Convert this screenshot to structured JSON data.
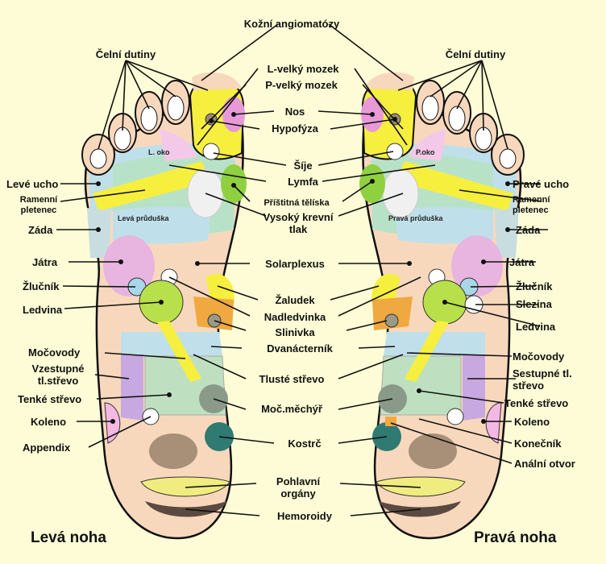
{
  "title": "Kožní angiomatózy",
  "feet": {
    "left": "Levá noha",
    "right": "Pravá noha"
  },
  "inner": {
    "l_oko": "L. oko",
    "p_oko": "P.oko",
    "leva_pruduska": "Levá průduška",
    "prava_pruduska": "Pravá průduška"
  },
  "left_labels": [
    "Čelní dutiny",
    "Levé ucho",
    "Ramenní pletenec",
    "Záda",
    "Játra",
    "Žlučník",
    "Ledvina",
    "Močovody",
    "Vzestupné tl.střevo",
    "Tenké střevo",
    "Koleno",
    "Appendix"
  ],
  "center_labels": [
    "L-velký mozek",
    "P-velký mozek",
    "Nos",
    "Hypofýza",
    "Šíje",
    "Lymfa",
    "Příštitná tělíska",
    "Vysoký krevní tlak",
    "Solarplexus",
    "Žaludek",
    "Nadledvinka",
    "Slinivka",
    "Dvanácterník",
    "Tlusté střevo",
    "Moč.měchýř",
    "Kostrč",
    "Pohlavní orgány",
    "Hemoroidy"
  ],
  "right_labels": [
    "Čelní dutiny",
    "Pravé ucho",
    "Ramenní pletenec",
    "Záda",
    "Játra",
    "Žlučník",
    "Slezina",
    "Ledvina",
    "Močovody",
    "Sestupné tl. střevo",
    "Tenké střevo",
    "Koleno",
    "Konečník",
    "Anální otvor"
  ],
  "colors": {
    "background": "#fdfcd6",
    "skin": "#f8d8bc",
    "yellow": "#f6ef3e",
    "pink": "#e89ad8",
    "green": "#8fd040",
    "mint": "#b8e2c8",
    "blue": "#bfe0ea",
    "purple": "#c8a8e0"
  }
}
